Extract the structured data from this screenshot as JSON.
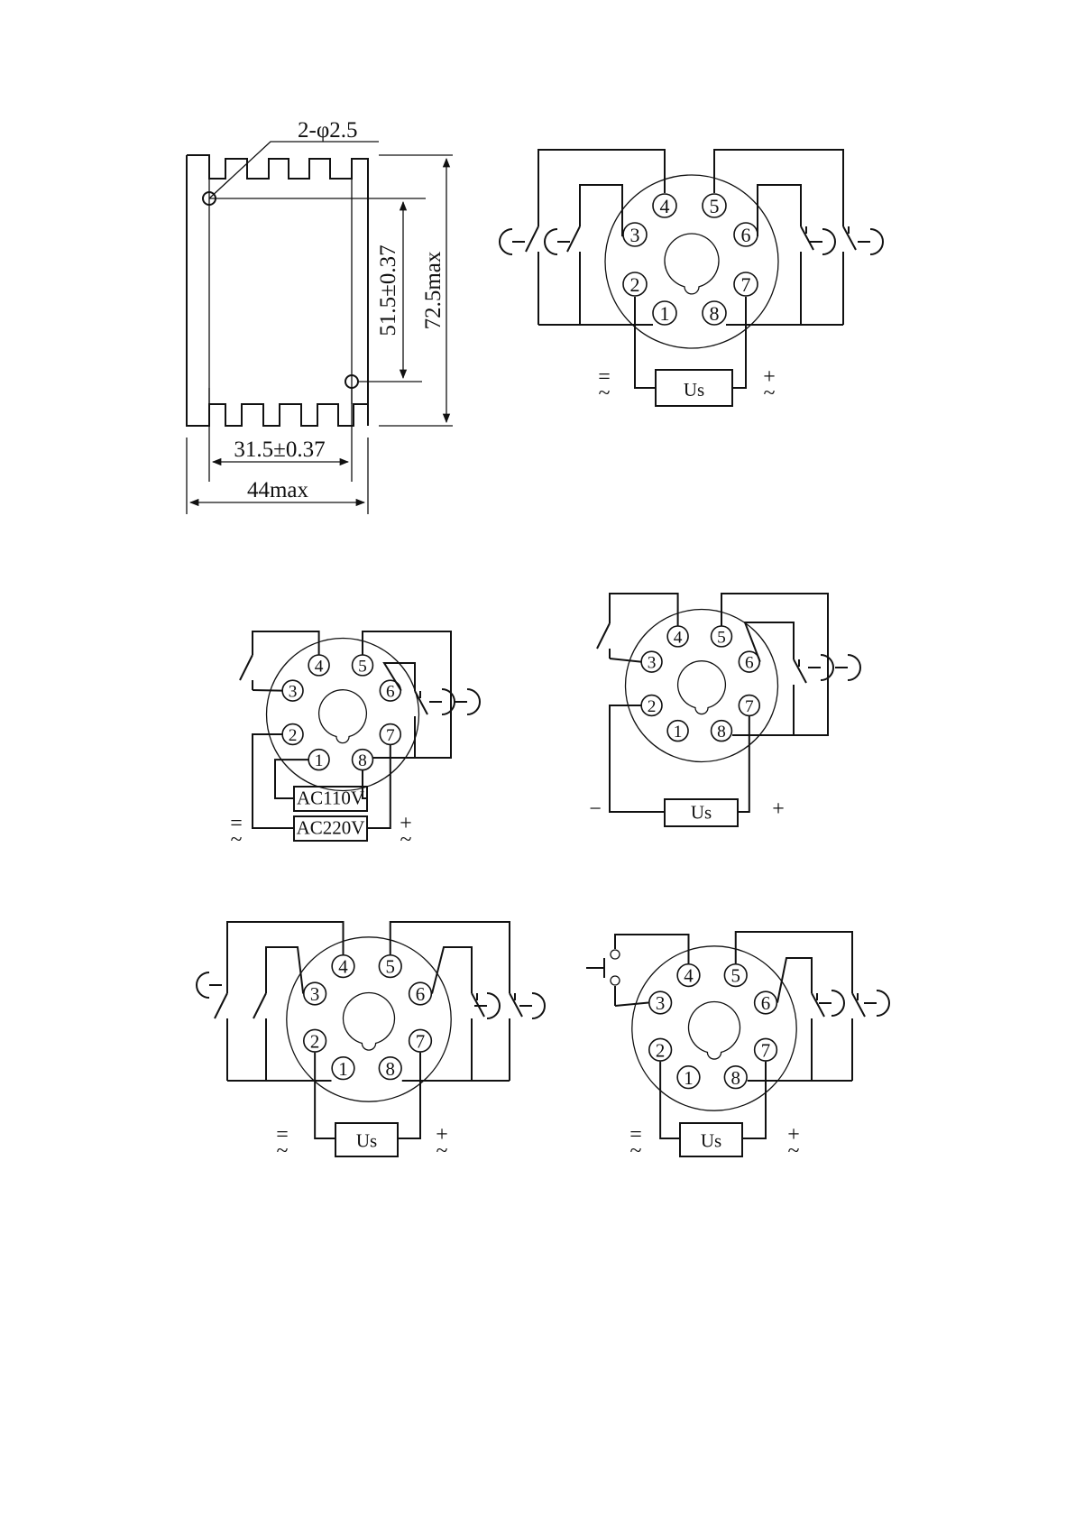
{
  "dimension_drawing": {
    "hole_label": "2-φ2.5",
    "height_label": "72.5max",
    "hole_vertical_label": "51.5±0.37",
    "hole_horizontal_label": "31.5±0.37",
    "width_label": "44max"
  },
  "pins": [
    "1",
    "2",
    "3",
    "4",
    "5",
    "6",
    "7",
    "8"
  ],
  "diagrams": {
    "d1": {
      "supply": "Us",
      "left_sign": "=\n~",
      "right_sign": "+\n~"
    },
    "d2": {
      "supply_top": "AC110V",
      "supply_bottom": "AC220V",
      "left_sign": "=\n~",
      "right_sign": "+\n~"
    },
    "d3": {
      "supply": "Us",
      "left_sign": "−",
      "right_sign": "+"
    },
    "d4": {
      "supply": "Us",
      "left_sign": "=\n~",
      "right_sign": "+\n~"
    },
    "d5": {
      "supply": "Us",
      "left_sign": "=\n~",
      "right_sign": "+\n~"
    }
  }
}
